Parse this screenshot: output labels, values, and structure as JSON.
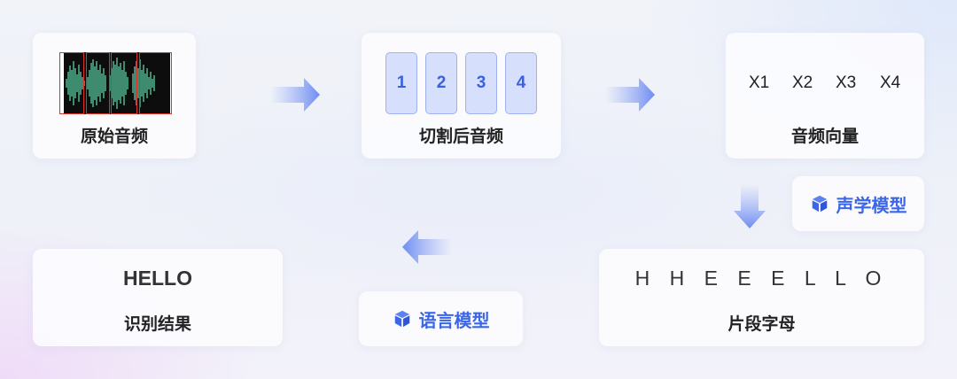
{
  "nodes": {
    "raw_audio": {
      "label": "原始音频"
    },
    "split_audio": {
      "label": "切割后音频",
      "segments": [
        "1",
        "2",
        "3",
        "4"
      ]
    },
    "audio_vector": {
      "label": "音频向量",
      "vectors": [
        "X1",
        "X2",
        "X3",
        "X4"
      ]
    },
    "acoustic_model": {
      "label": "声学模型",
      "icon": "cube-icon"
    },
    "segment_letters": {
      "label": "片段字母",
      "letters": "H H E E E L L O"
    },
    "language_model": {
      "label": "语言模型",
      "icon": "cube-icon"
    },
    "result": {
      "label": "识别结果",
      "text": "HELLO"
    }
  },
  "colors": {
    "accent": "#3b66e8",
    "tile_fill": "#d6dffc",
    "tile_border": "#9fb1ee",
    "wave": "#5fe0b4",
    "segment_box": "#e0302a"
  },
  "flow": [
    "原始音频",
    "切割后音频",
    "音频向量",
    "声学模型",
    "片段字母",
    "语言模型",
    "识别结果"
  ]
}
